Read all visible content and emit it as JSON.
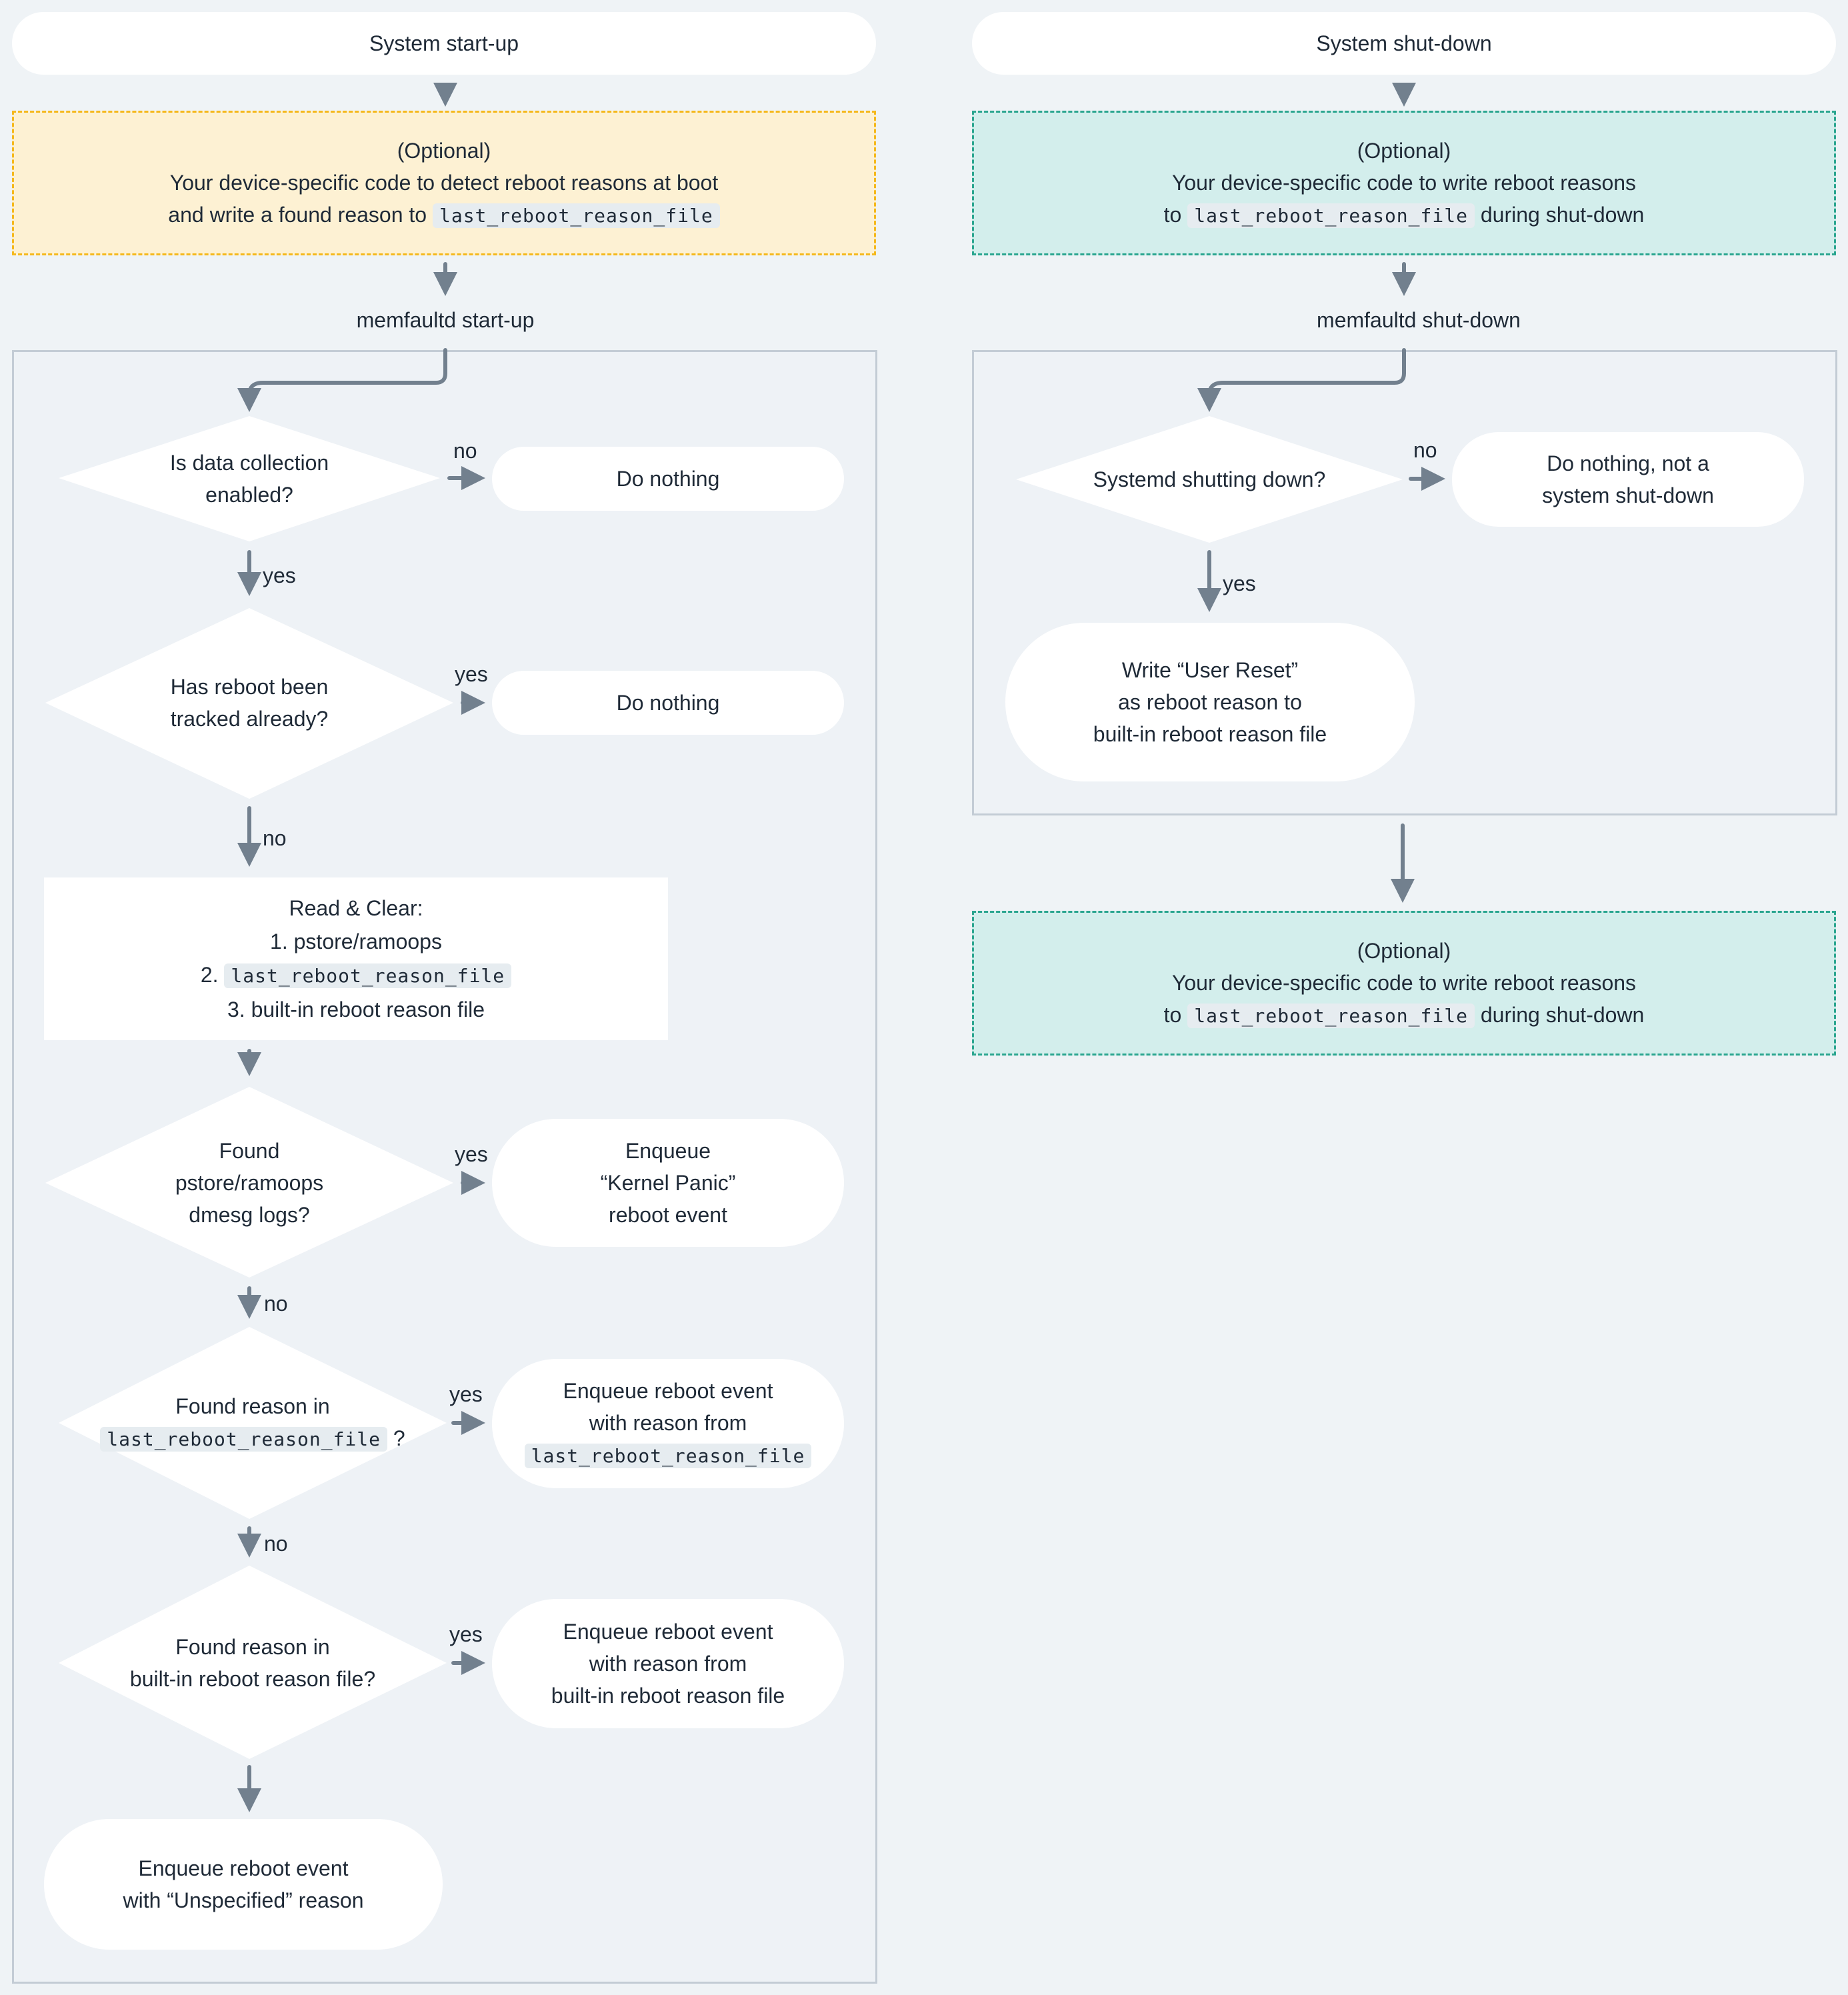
{
  "left": {
    "start_label": "System start-up",
    "optional": {
      "line1": "(Optional)",
      "line2": "Your device-specific code to detect reboot reasons at boot",
      "line3_pre": "and write a found reason to",
      "line3_code": "last_reboot_reason_file"
    },
    "section_label": "memfaultd start-up",
    "d1": {
      "line1": "Is data collection",
      "line2": "enabled?",
      "edge_right": "no",
      "edge_down": "yes"
    },
    "r1": "Do nothing",
    "d2": {
      "line1": "Has reboot been",
      "line2": "tracked already?",
      "edge_right": "yes",
      "edge_down": "no"
    },
    "r2": "Do nothing",
    "read_clear": {
      "title": "Read & Clear:",
      "item1_num": "1.",
      "item1": "pstore/ramoops",
      "item2_num": "2.",
      "item2_code": "last_reboot_reason_file",
      "item3_num": "3.",
      "item3": "built-in reboot reason file"
    },
    "d3": {
      "line1": "Found",
      "line2": "pstore/ramoops",
      "line3": "dmesg logs?",
      "edge_right": "yes",
      "edge_down": "no"
    },
    "r3": {
      "line1": "Enqueue",
      "line2": "“Kernel Panic”",
      "line3": "reboot event"
    },
    "d4": {
      "line1": "Found reason in",
      "line2_code": "last_reboot_reason_file",
      "line2_post": "?",
      "edge_right": "yes",
      "edge_down": "no"
    },
    "r4": {
      "line1": "Enqueue reboot event",
      "line2": "with reason from",
      "line3_code": "last_reboot_reason_file"
    },
    "d5": {
      "line1": "Found reason in",
      "line2": "built-in reboot reason file?",
      "edge_right": "yes"
    },
    "r5": {
      "line1": "Enqueue reboot event",
      "line2": "with reason from",
      "line3": "built-in reboot reason file"
    },
    "final": {
      "line1": "Enqueue reboot event",
      "line2": "with “Unspecified” reason"
    }
  },
  "right": {
    "start_label": "System shut-down",
    "optional_top": {
      "line1": "(Optional)",
      "line2": "Your device-specific code to write reboot reasons",
      "line3_pre": "to",
      "line3_code": "last_reboot_reason_file",
      "line3_post": "during shut-down"
    },
    "section_label": "memfaultd shut-down",
    "d1": {
      "line1": "Systemd shutting down?",
      "edge_right": "no",
      "edge_down": "yes"
    },
    "r1": {
      "line1": "Do nothing, not a",
      "line2": "system shut-down"
    },
    "write": {
      "line1": "Write “User Reset”",
      "line2": "as reboot reason to",
      "line3": "built-in reboot reason file"
    },
    "optional_bottom": {
      "line1": "(Optional)",
      "line2": "Your device-specific code to write reboot reasons",
      "line3_pre": "to",
      "line3_code": "last_reboot_reason_file",
      "line3_post": "during shut-down"
    }
  },
  "colors": {
    "background": "#eff3f6",
    "arrow": "#72808e",
    "yellow_fill": "#fdf1d3",
    "yellow_border": "#f5b81c",
    "teal_fill": "#d3eeec",
    "teal_border": "#2aa58f",
    "frame_border": "#c3ccd5"
  }
}
